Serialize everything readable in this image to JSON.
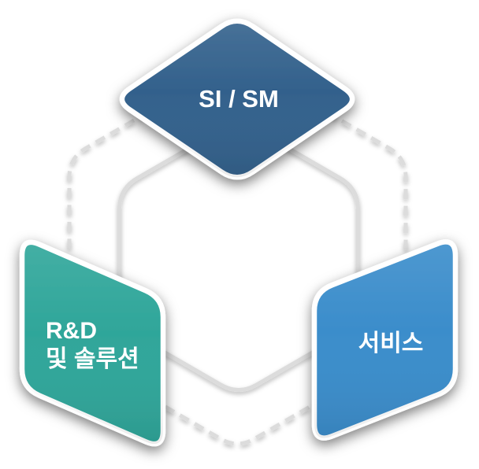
{
  "colors": {
    "background": "#ffffff",
    "connector_line": "#dcdcdc",
    "shape_border": "#ffffff",
    "text": "#ffffff"
  },
  "nodes": {
    "si_sm": {
      "label": "SI / SM",
      "color": "#33618c"
    },
    "rnd_solution": {
      "label_line1": "R&D",
      "label_line2": "및 솔루션",
      "color": "#2fa69a"
    },
    "service": {
      "label": "서비스",
      "color": "#3b8dcb"
    }
  }
}
